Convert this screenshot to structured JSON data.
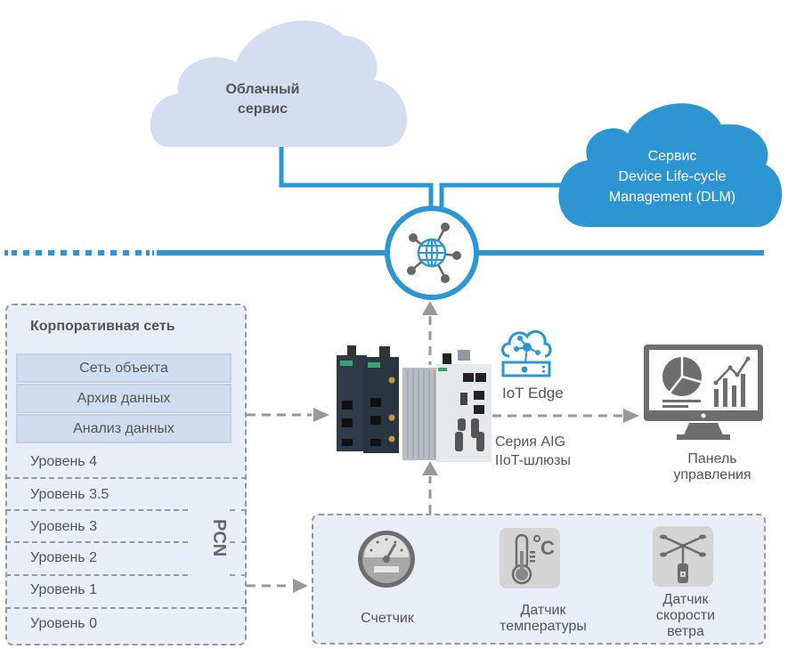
{
  "clouds": {
    "cloud_service": {
      "line1": "Облачный",
      "line2": "сервис"
    },
    "dlm_service": {
      "line1": "Сервис",
      "line2": "Device Life-cycle",
      "line3": "Management (DLM)"
    }
  },
  "hub": {
    "icon": "globe-network-icon"
  },
  "corporate_network": {
    "title": "Корпоративная сеть",
    "inner_rows": [
      "Сеть объекта",
      "Архив данных",
      "Анализ данных"
    ],
    "levels": [
      "Уровень 4",
      "Уровень 3.5",
      "Уровень 3",
      "Уровень 2",
      "Уровень 1",
      "Уровень 0"
    ],
    "pcn_label": "PCN"
  },
  "gateway": {
    "iot_edge_label": "IoT Edge",
    "series_line1": "Серия AIG",
    "series_line2": "IIoT-шлюзы"
  },
  "dashboard": {
    "line1": "Панель",
    "line2": "управления"
  },
  "sensors": [
    {
      "icon": "gauge-icon",
      "lines": [
        "Счетчик"
      ]
    },
    {
      "icon": "thermometer-icon",
      "lines": [
        "Датчик",
        "температуры"
      ]
    },
    {
      "icon": "anemometer-icon",
      "lines": [
        "Датчик",
        "скорости",
        "ветра"
      ]
    }
  ],
  "colors": {
    "network_blue": "#2e95d3",
    "cloud_light": "#d3def0",
    "icon_gray": "#6d6d6d",
    "panel_bg": "#e8edf8"
  }
}
